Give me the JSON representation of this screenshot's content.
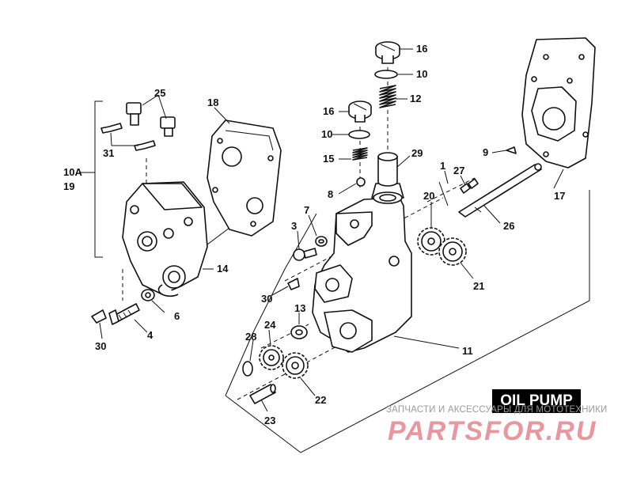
{
  "title": "OIL PUMP",
  "watermark": {
    "tagline": "ЗАПЧАСТИ И АКСЕССУАРЫ ДЛЯ МОТОТЕХНИКИ",
    "logo": "PARTSFOR.RU"
  },
  "callouts": [
    {
      "id": "16a",
      "text": "16"
    },
    {
      "id": "10a",
      "text": "10"
    },
    {
      "id": "12",
      "text": "12"
    },
    {
      "id": "16b",
      "text": "16"
    },
    {
      "id": "10b",
      "text": "10"
    },
    {
      "id": "15",
      "text": "15"
    },
    {
      "id": "29",
      "text": "29"
    },
    {
      "id": "8",
      "text": "8"
    },
    {
      "id": "9",
      "text": "9"
    },
    {
      "id": "1",
      "text": "1"
    },
    {
      "id": "27",
      "text": "27"
    },
    {
      "id": "17",
      "text": "17"
    },
    {
      "id": "20",
      "text": "20"
    },
    {
      "id": "26",
      "text": "26"
    },
    {
      "id": "21",
      "text": "21"
    },
    {
      "id": "25",
      "text": "25"
    },
    {
      "id": "18",
      "text": "18"
    },
    {
      "id": "31",
      "text": "31"
    },
    {
      "id": "10A",
      "text": "10A"
    },
    {
      "id": "19",
      "text": "19"
    },
    {
      "id": "14",
      "text": "14"
    },
    {
      "id": "7",
      "text": "7"
    },
    {
      "id": "3",
      "text": "3"
    },
    {
      "id": "30a",
      "text": "30"
    },
    {
      "id": "13",
      "text": "13"
    },
    {
      "id": "6",
      "text": "6"
    },
    {
      "id": "4",
      "text": "4"
    },
    {
      "id": "30b",
      "text": "30"
    },
    {
      "id": "28",
      "text": "28"
    },
    {
      "id": "24",
      "text": "24"
    },
    {
      "id": "11",
      "text": "11"
    },
    {
      "id": "22",
      "text": "22"
    },
    {
      "id": "23",
      "text": "23"
    }
  ]
}
